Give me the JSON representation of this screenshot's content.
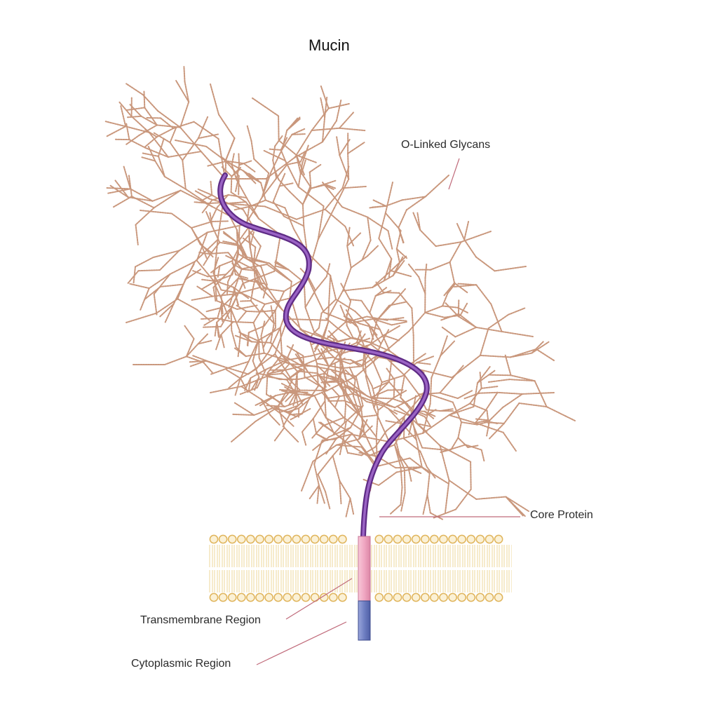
{
  "title": "Mucin",
  "labels": {
    "glycans": "O-Linked Glycans",
    "core_protein": "Core Protein",
    "transmembrane": "Transmembrane Region",
    "cytoplasmic": "Cytoplasmic Region"
  },
  "colors": {
    "glycan": "#c9977c",
    "core_protein": "#7a3fa0",
    "membrane_heads": "#e8c16a",
    "membrane_tails": "#ecd79a",
    "transmembrane": "#f0a7c2",
    "cytoplasmic": "#6f7fc2",
    "leader_line": "#c06a7a"
  }
}
